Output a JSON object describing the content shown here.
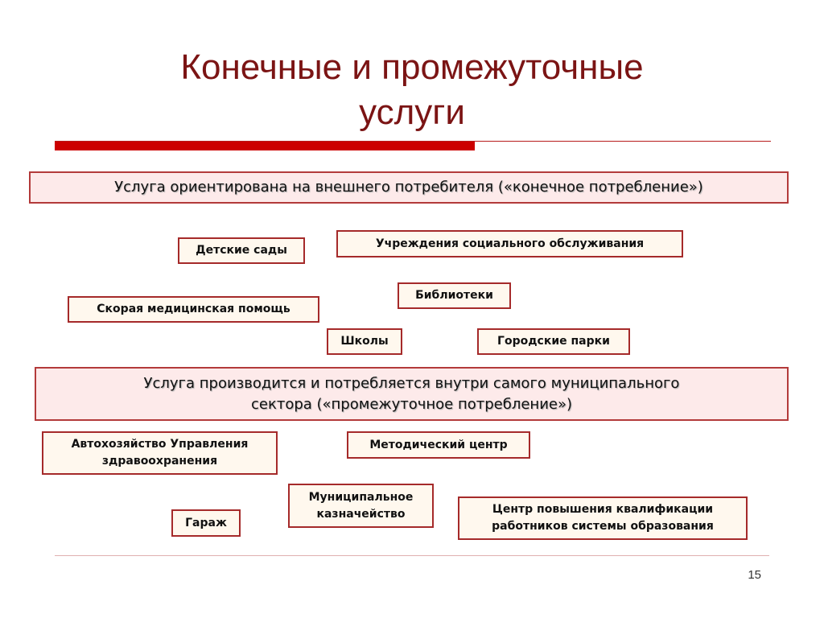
{
  "slide": {
    "title_line1": "Конечные и промежуточные",
    "title_line2": "услуги",
    "page_number": "15"
  },
  "final_consumption": {
    "banner": "Услуга ориентирована на внешнего потребителя («конечное потребление»)",
    "items": [
      "Детские сады",
      "Учреждения социального обслуживания",
      "Библиотеки",
      "Скорая медицинская помощь",
      "Школы",
      "Городские парки"
    ]
  },
  "intermediate_consumption": {
    "banner_line1": "Услуга производится и потребляется внутри самого муниципального",
    "banner_line2": "сектора («промежуточное потребление»)",
    "items": [
      {
        "line1": "Автохозяйство Управления",
        "line2": "здравоохранения"
      },
      {
        "line1": "Методический центр"
      },
      {
        "line1": "Муниципальное",
        "line2": "казначейство"
      },
      {
        "line1": "Центр повышения квалификации",
        "line2": "работников системы образования"
      },
      {
        "line1": "Гараж"
      }
    ]
  },
  "colors": {
    "title": "#7b1414",
    "accent_bar": "#cc0000",
    "box_border": "#a52a2a",
    "banner_fill": "#fdeaea",
    "tag_fill": "#fff8ee"
  }
}
